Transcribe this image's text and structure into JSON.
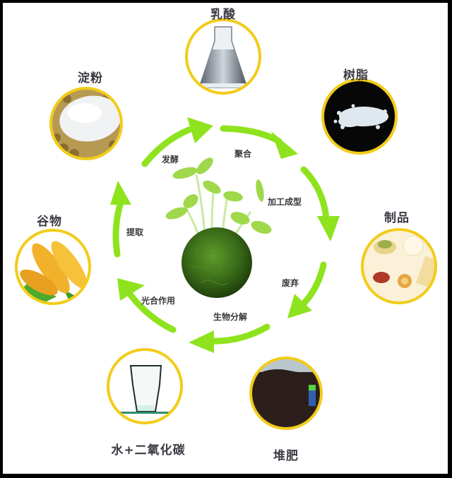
{
  "diagram": {
    "title": "",
    "colors": {
      "arrow": "#8fe31e",
      "ring": "#f2cc1a",
      "text": "#3a3a42",
      "moss": "#3c6e1a",
      "leaf": "#9fd84a"
    },
    "nodes": [
      {
        "id": "lactic-acid",
        "label": "乳酸",
        "image": "flask-icon"
      },
      {
        "id": "resin",
        "label": "树脂",
        "image": "resin-pellets-icon"
      },
      {
        "id": "products",
        "label": "制品",
        "image": "food-products-icon"
      },
      {
        "id": "compost",
        "label": "堆肥",
        "image": "compost-pile-icon"
      },
      {
        "id": "water-co2",
        "label": "水+二氧化碳",
        "image": "water-glass-icon"
      },
      {
        "id": "grain",
        "label": "谷物",
        "image": "corn-icon"
      },
      {
        "id": "starch",
        "label": "淀粉",
        "image": "starch-powder-icon"
      }
    ],
    "steps": [
      {
        "id": "fermentation",
        "label": "发酵"
      },
      {
        "id": "polymerization",
        "label": "聚合"
      },
      {
        "id": "processing",
        "label": "加工成型"
      },
      {
        "id": "discard",
        "label": "废弃"
      },
      {
        "id": "biodegradation",
        "label": "生物分解"
      },
      {
        "id": "photosynthesis",
        "label": "光合作用"
      },
      {
        "id": "extraction",
        "label": "提取"
      }
    ],
    "center": {
      "image": "sprouting-moss-ball-icon"
    }
  }
}
